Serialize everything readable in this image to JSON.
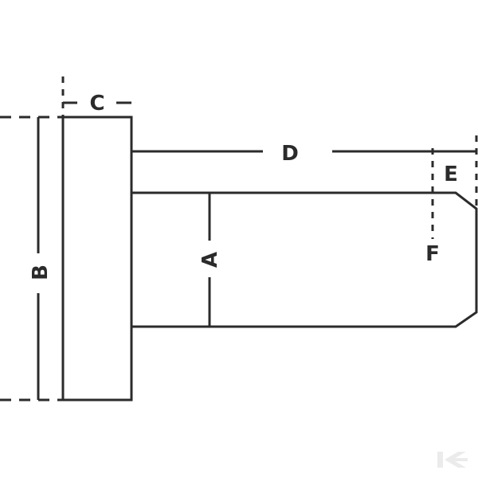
{
  "diagram": {
    "labels": {
      "a": "A",
      "b": "B",
      "c": "C",
      "d": "D",
      "e": "E",
      "f": "F"
    },
    "watermark_icon": "k-logo-icon",
    "line_color": "#2b2b2b"
  }
}
